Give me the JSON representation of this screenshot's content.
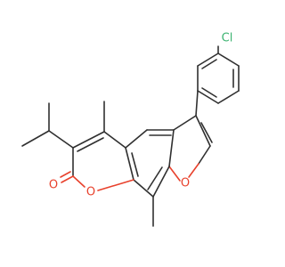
{
  "molecule": {
    "atoms": {
      "chlorine": "Cl",
      "ring_oxygen": "O",
      "carbonyl_oxygen": "O",
      "furan_oxygen": "O"
    },
    "colors": {
      "bond": "#303030",
      "oxygen": "#e8412c",
      "chlorine": "#3cb371"
    }
  }
}
